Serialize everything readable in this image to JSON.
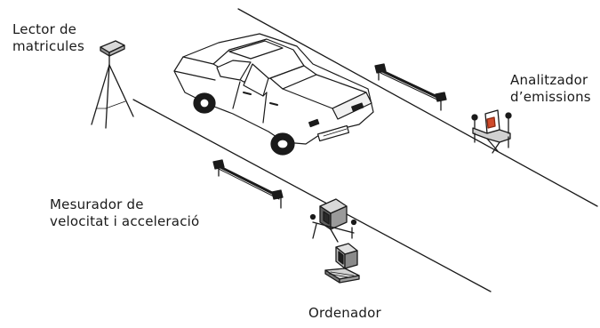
{
  "labels": {
    "plate_reader": [
      "Lector de",
      "matricules"
    ],
    "emissions_analyzer": [
      "Analitzador",
      "d’emissions"
    ],
    "speed_meter": [
      "Mesurador de",
      "velocitat i acceleració"
    ],
    "computer": "Ordenador"
  }
}
